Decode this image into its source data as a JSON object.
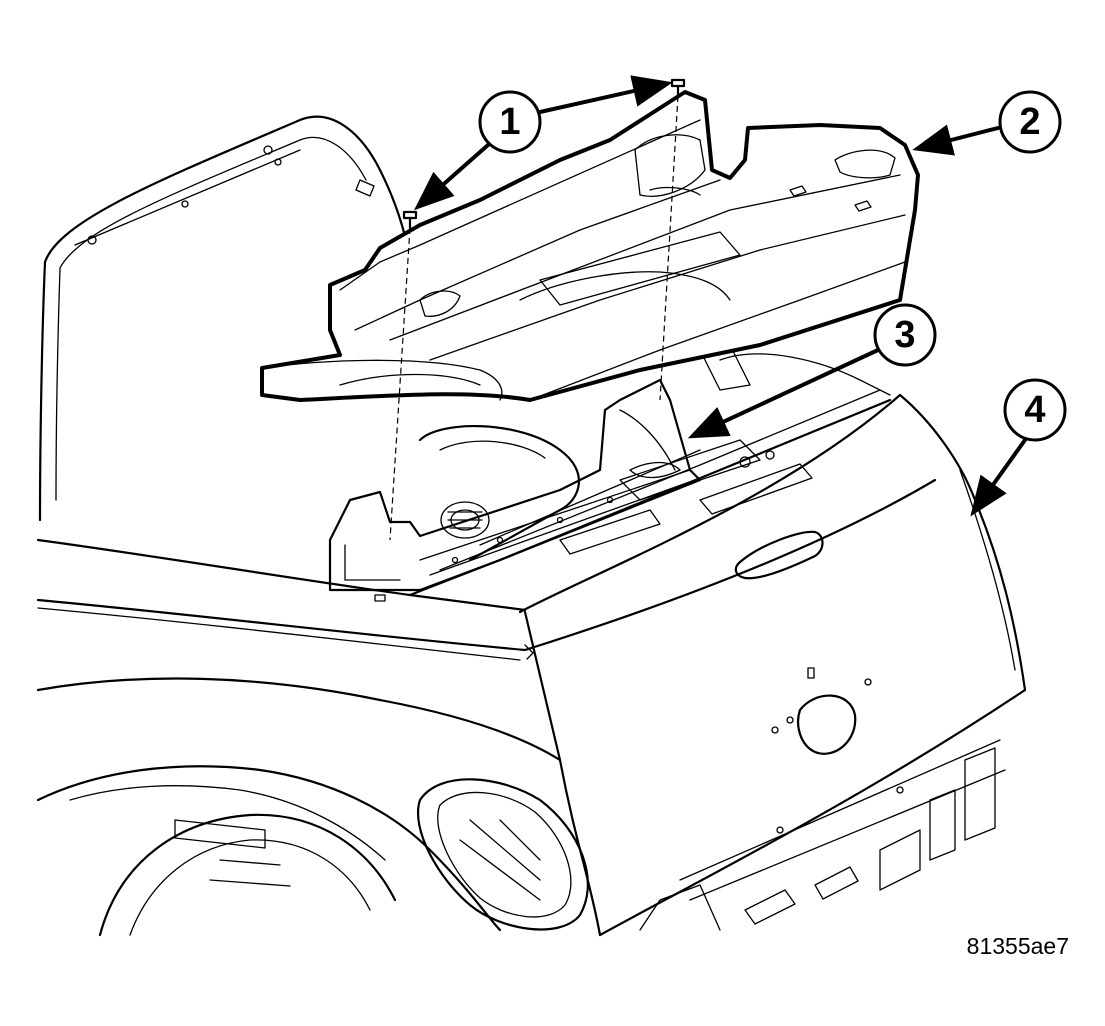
{
  "figure_id": "81355ae7",
  "callouts": [
    {
      "number": "1"
    },
    {
      "number": "2"
    },
    {
      "number": "3"
    },
    {
      "number": "4"
    }
  ]
}
